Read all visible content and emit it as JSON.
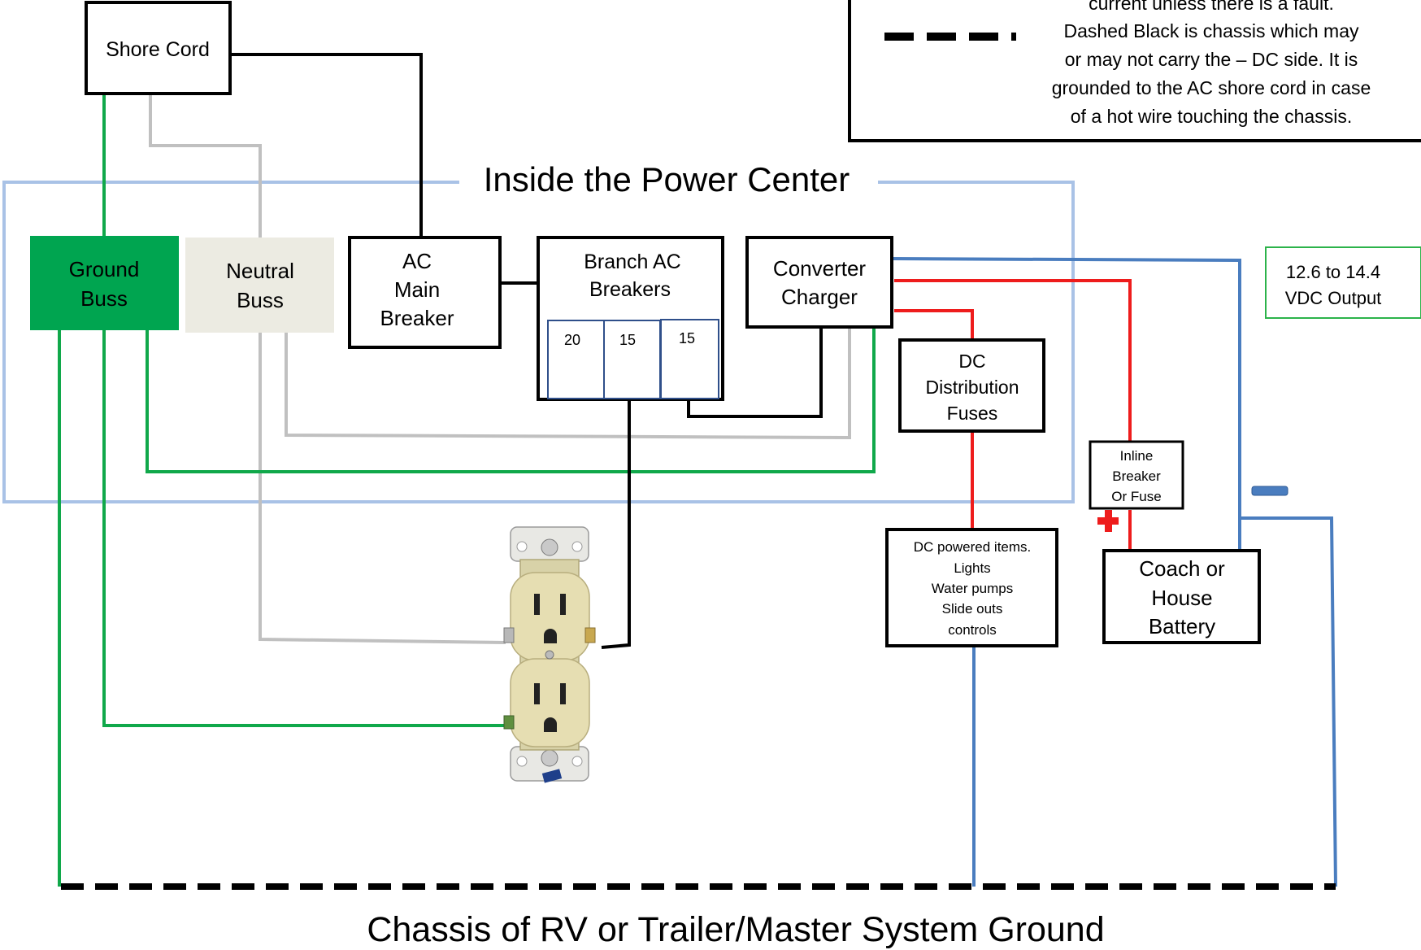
{
  "legend": {
    "line1": "current unless there is a fault.",
    "line2": "Dashed Black is chassis which may",
    "line3": "or may not carry the – DC side. It is",
    "line4": "grounded to the AC shore cord  in case",
    "line5": "of a hot wire touching the chassis."
  },
  "power_center_title": "Inside the Power Center",
  "shore_cord": "Shore Cord",
  "ground_buss": {
    "line1": "Ground",
    "line2": "Buss"
  },
  "neutral_buss": {
    "line1": "Neutral",
    "line2": "Buss"
  },
  "ac_main": {
    "line1": "AC",
    "line2": "Main",
    "line3": "Breaker"
  },
  "branch_breakers": {
    "line1": "Branch AC",
    "line2": "Breakers",
    "b1": "20",
    "b2": "15",
    "b3": "15"
  },
  "converter": {
    "line1": "Converter",
    "line2": "Charger"
  },
  "dc_fuses": {
    "line1": "DC",
    "line2": "Distribution",
    "line3": "Fuses"
  },
  "output_note": {
    "line1": "12.6  to 14.4",
    "line2": "VDC Output"
  },
  "inline_breaker": {
    "line1": "Inline",
    "line2": "Breaker",
    "line3": "Or Fuse"
  },
  "dc_items": {
    "line1": "DC powered items.",
    "line2": "Lights",
    "line3": "Water pumps",
    "line4": "Slide outs",
    "line5": "controls"
  },
  "battery": {
    "line1": "Coach or",
    "line2": "House",
    "line3": "Battery"
  },
  "chassis_title": "Chassis of RV or Trailer/Master System Ground",
  "colors": {
    "hot": "#000000",
    "neutral": "#c0c0c0",
    "ground": "#10a84a",
    "dc_positive": "#ee1c1c",
    "dc_negative": "#4a7dbf",
    "power_center_border": "#a9c2e6",
    "ground_buss_fill": "#00a550",
    "neutral_buss_fill": "#ecebe2",
    "output_note_border": "#2cb34a"
  },
  "icons": {
    "positive": "plus-icon",
    "negative": "minus-icon",
    "outlet": "duplex-outlet-icon"
  }
}
